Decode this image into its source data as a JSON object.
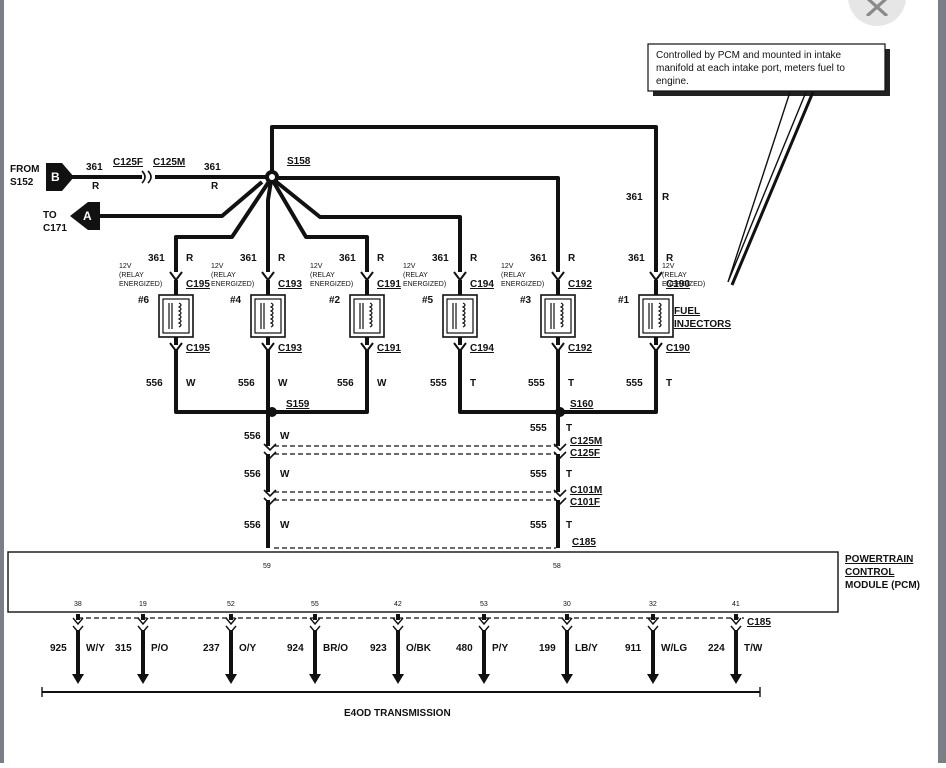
{
  "callout": {
    "lines": [
      "Controlled by PCM and mounted in intake",
      "manifold at each intake port, meters fuel to",
      "engine."
    ]
  },
  "inputs": {
    "from_label": "FROM",
    "from_src": "S152",
    "from_conn": "B",
    "to_label": "TO",
    "to_dst": "C171",
    "to_conn": "A",
    "wire_num": "361",
    "wire_color": "R",
    "conn_c125f": "C125F",
    "conn_c125m": "C125M",
    "splice_main": "S158"
  },
  "injectors": [
    {
      "num": "#6",
      "upper": "C195",
      "lower": "C195",
      "in_wire": "361",
      "in_color": "R",
      "out_wire": "556",
      "out_color": "W"
    },
    {
      "num": "#4",
      "upper": "C193",
      "lower": "C193",
      "in_wire": "361",
      "in_color": "R",
      "out_wire": "556",
      "out_color": "W"
    },
    {
      "num": "#2",
      "upper": "C191",
      "lower": "C191",
      "in_wire": "361",
      "in_color": "R",
      "out_wire": "556",
      "out_color": "W"
    },
    {
      "num": "#5",
      "upper": "C194",
      "lower": "C194",
      "in_wire": "361",
      "in_color": "R",
      "out_wire": "555",
      "out_color": "T"
    },
    {
      "num": "#3",
      "upper": "C192",
      "lower": "C192",
      "in_wire": "361",
      "in_color": "R",
      "out_wire": "555",
      "out_color": "T"
    },
    {
      "num": "#1",
      "upper": "C190",
      "lower": "C190",
      "in_wire": "361",
      "in_color": "R",
      "out_wire": "555",
      "out_color": "T"
    }
  ],
  "relay_note": [
    "12V",
    "(RELAY",
    "ENERGIZED)"
  ],
  "injector_title": [
    "FUEL",
    "INJECTORS"
  ],
  "lower": {
    "splice_left": "S159",
    "splice_right": "S160",
    "wire_left": "556",
    "color_left": "W",
    "wire_right": "555",
    "color_right": "T",
    "conn_c125m": "C125M",
    "conn_c125f": "C125F",
    "conn_c101m": "C101M",
    "conn_c101f": "C101F",
    "conn_c185": "C185"
  },
  "pcm": {
    "title": [
      "POWERTRAIN",
      "CONTROL",
      "MODULE (PCM)"
    ],
    "pin_left": "59",
    "pin_right": "58"
  },
  "transmission": {
    "pins": [
      {
        "pin": "38",
        "wire": "925",
        "color": "W/Y"
      },
      {
        "pin": "19",
        "wire": "315",
        "color": "P/O"
      },
      {
        "pin": "52",
        "wire": "237",
        "color": "O/Y"
      },
      {
        "pin": "55",
        "wire": "924",
        "color": "BR/O"
      },
      {
        "pin": "42",
        "wire": "923",
        "color": "O/BK"
      },
      {
        "pin": "53",
        "wire": "480",
        "color": "P/Y"
      },
      {
        "pin": "30",
        "wire": "199",
        "color": "LB/Y"
      },
      {
        "pin": "32",
        "wire": "911",
        "color": "W/LG"
      },
      {
        "pin": "41",
        "wire": "224",
        "color": "T/W"
      }
    ],
    "conn": "C185",
    "label": "E4OD TRANSMISSION"
  }
}
